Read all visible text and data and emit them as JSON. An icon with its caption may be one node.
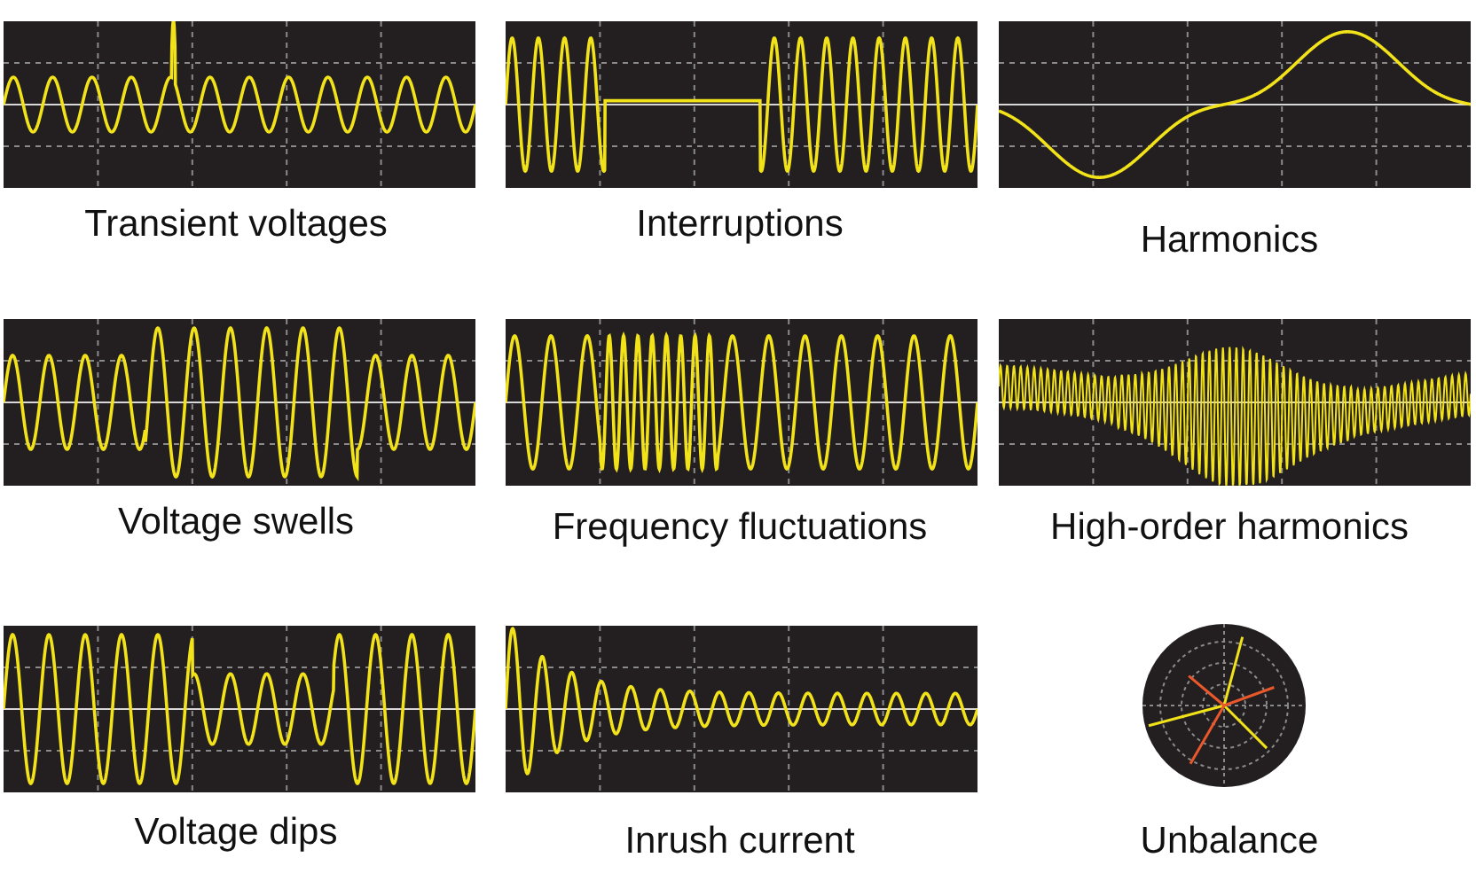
{
  "diagram": {
    "labels": [
      "Transient voltages",
      "Interruptions",
      "Harmonics",
      "Voltage swells",
      "Frequency fluctuations",
      "High-order harmonics",
      "Voltage dips",
      "Inrush current",
      "Unbalance"
    ]
  }
}
